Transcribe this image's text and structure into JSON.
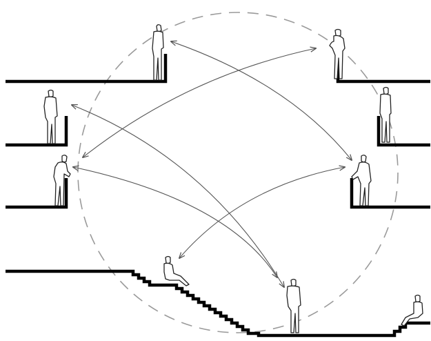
{
  "diagram": {
    "floors": [
      {
        "id": "upper-left-balcony"
      },
      {
        "id": "upper-right-balcony"
      },
      {
        "id": "middle-left-balcony"
      },
      {
        "id": "middle-right-balcony"
      },
      {
        "id": "lower-left-balcony"
      },
      {
        "id": "lower-right-balcony"
      },
      {
        "id": "ground-stepped-seating"
      }
    ],
    "figures": [
      {
        "id": "standing-upper-left",
        "pose": "standing"
      },
      {
        "id": "leaning-upper-right",
        "pose": "leaning"
      },
      {
        "id": "standing-middle-left",
        "pose": "standing"
      },
      {
        "id": "standing-middle-right",
        "pose": "standing"
      },
      {
        "id": "leaning-lower-left",
        "pose": "leaning"
      },
      {
        "id": "leaning-lower-right",
        "pose": "leaning"
      },
      {
        "id": "seated-on-steps",
        "pose": "seated"
      },
      {
        "id": "standing-ground-center",
        "pose": "standing"
      },
      {
        "id": "seated-right-edge",
        "pose": "seated"
      }
    ],
    "sightlines": [
      {
        "from": "standing-upper-left",
        "to": "leaning-lower-right"
      },
      {
        "from": "leaning-upper-right",
        "to": "leaning-lower-left"
      },
      {
        "from": "standing-middle-left",
        "to": "standing-ground-center"
      },
      {
        "from": "leaning-lower-left",
        "to": "standing-ground-center"
      },
      {
        "from": "leaning-lower-right",
        "to": "seated-on-steps"
      }
    ],
    "arrowheads": "both-ends",
    "colors": {
      "floor": "#000000",
      "sightline": "#555555",
      "guide_circle": "#9a9a9a",
      "figure_outline": "#222222"
    }
  }
}
